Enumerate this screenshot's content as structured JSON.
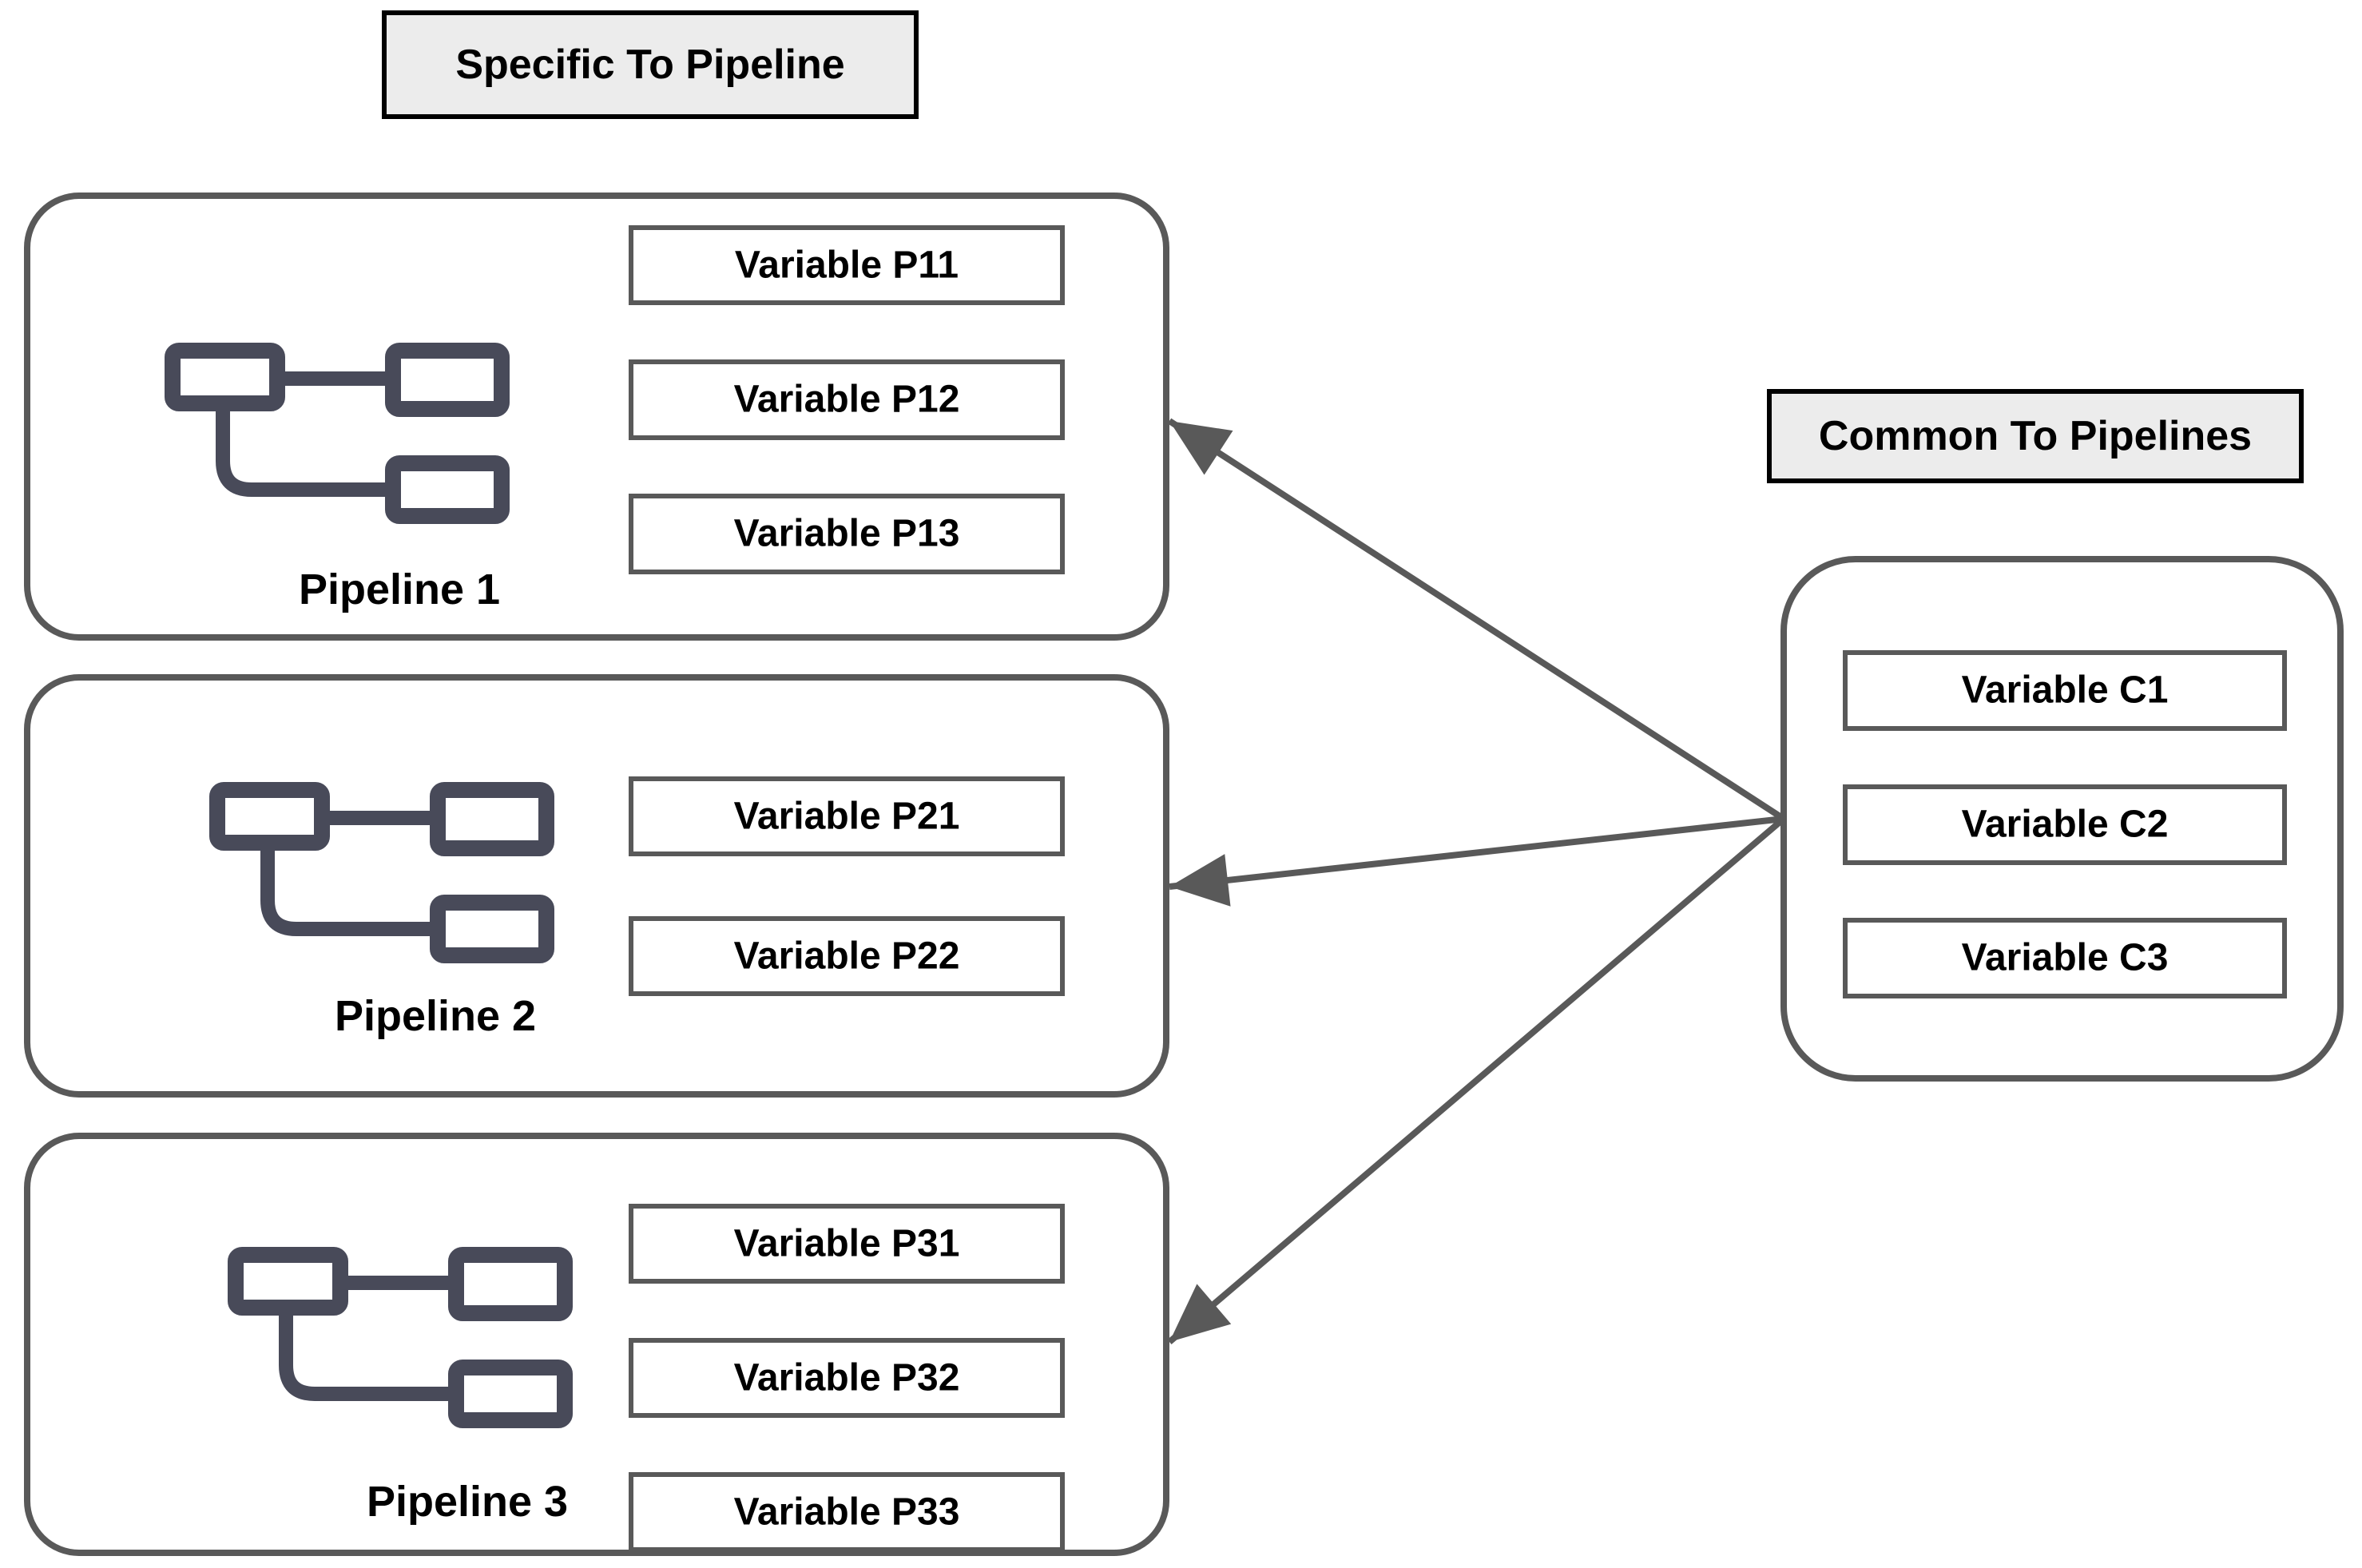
{
  "legend": {
    "specific": "Specific To Pipeline",
    "common": "Common To Pipelines"
  },
  "pipelines": [
    {
      "name": "Pipeline 1",
      "variables": [
        "Variable P11",
        "Variable P12",
        "Variable P13"
      ]
    },
    {
      "name": "Pipeline 2",
      "variables": [
        "Variable P21",
        "Variable P22"
      ]
    },
    {
      "name": "Pipeline 3",
      "variables": [
        "Variable P31",
        "Variable P32",
        "Variable P33"
      ]
    }
  ],
  "common": {
    "variables": [
      "Variable C1",
      "Variable C2",
      "Variable C3"
    ]
  },
  "colors": {
    "background": "#ffffff",
    "container_border": "#595959",
    "variable_border": "#595959",
    "variable_fill": "#ffffff",
    "legend_fill": "#ececec",
    "legend_border": "#000000",
    "icon_stroke": "#484a59",
    "arrow": "#595959",
    "text": "#000000"
  }
}
